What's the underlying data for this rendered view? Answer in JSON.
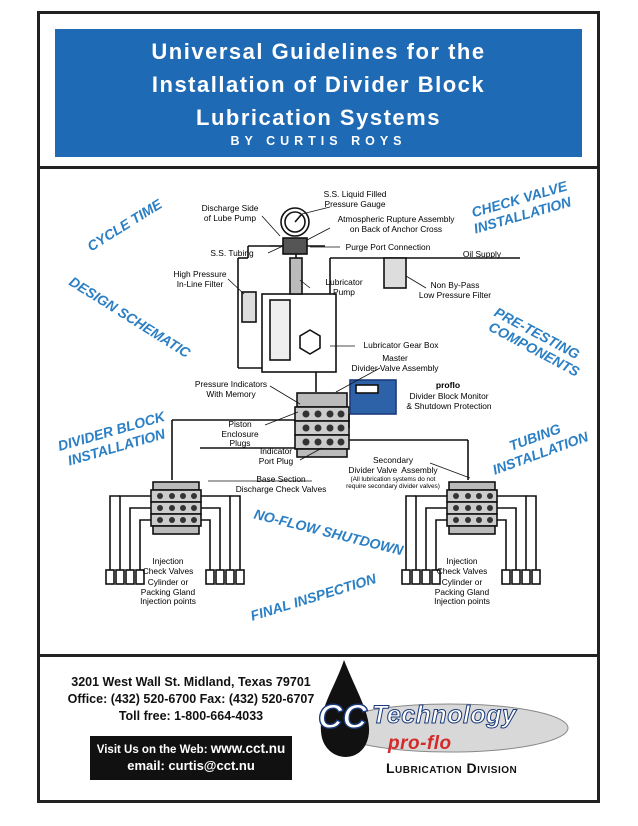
{
  "header": {
    "title_line1": "Universal Guidelines for the",
    "title_line2": "Installation of Divider Block",
    "title_line3": "Lubrication Systems",
    "byline": "BY CURTIS ROYS"
  },
  "stamps": {
    "cycle_time": "CYCLE TIME",
    "check_valve_line1": "CHECK VALVE",
    "check_valve_line2": "INSTALLATION",
    "design_schematic": "DESIGN SCHEMATIC",
    "pre_testing_line1": "PRE-TESTING",
    "pre_testing_line2": "COMPONENTS",
    "divider_block_line1": "DIVIDER BLOCK",
    "divider_block_line2": "INSTALLATION",
    "tubing_line1": "TUBING",
    "tubing_line2": "INSTALLATION",
    "no_flow": "NO-FLOW SHUTDOWN",
    "final_inspection": "FINAL INSPECTION"
  },
  "labels": {
    "discharge_side": "Discharge Side\nof Lube Pump",
    "liquid_filled": "S.S. Liquid Filled\nPressure Gauge",
    "atmospheric": "Atmospheric Rupture Assembly\non Back of Anchor Cross",
    "ss_tubing": "S.S. Tubing",
    "purge_port": "Purge Port Connection",
    "oil_supply": "Oil Supply",
    "high_pressure": "High Pressure\nIn-Line Filter",
    "lubricator_pump": "Lubricator\nPump",
    "non_bypass": "Non By-Pass\nLow Pressure Filter",
    "gear_box": "Lubricator Gear Box",
    "master": "Master\nDivider Valve Assembly",
    "pressure_indicators": "Pressure Indicators\nWith Memory",
    "proflo_bold": "proflo",
    "proflo_monitor": "Divider Block Monitor\n& Shutdown Protection",
    "piston_plugs": "Piston\nEnclosure\nPlugs",
    "indicator_plug": "Indicator\nPort Plug",
    "secondary": "Secondary\nDivider Valve  Assembly",
    "secondary_note": "(All lubrication systems do not\nrequire secondary divider valves)",
    "base_section": "Base Section\nDischarge Check Valves",
    "injection_left": "Injection\nCheck Valves",
    "cylinder_left": "Cylinder or\nPacking Gland\nInjection points",
    "injection_right": "Injection\nCheck Valves",
    "cylinder_right": "Cylinder or\nPacking Gland\nInjection points"
  },
  "contact": {
    "address": "3201 West Wall St.  Midland, Texas  79701",
    "phone": "Office: (432) 520-6700   Fax: (432) 520-6707",
    "tollfree": "Toll free: 1-800-664-4033",
    "web_prefix": "Visit Us on the Web: ",
    "web_url": "www.cct.nu",
    "email": "email: curtis@cct.nu"
  },
  "logo": {
    "cc": "CC",
    "technology": "Technology",
    "proflo": "pro-flo",
    "division": "Lubrication Division"
  },
  "colors": {
    "banner": "#1f6ab5",
    "stamp_blue": "#2b7fc4",
    "logo_red": "#d42a2a",
    "logo_blue": "#1a3a7a"
  }
}
